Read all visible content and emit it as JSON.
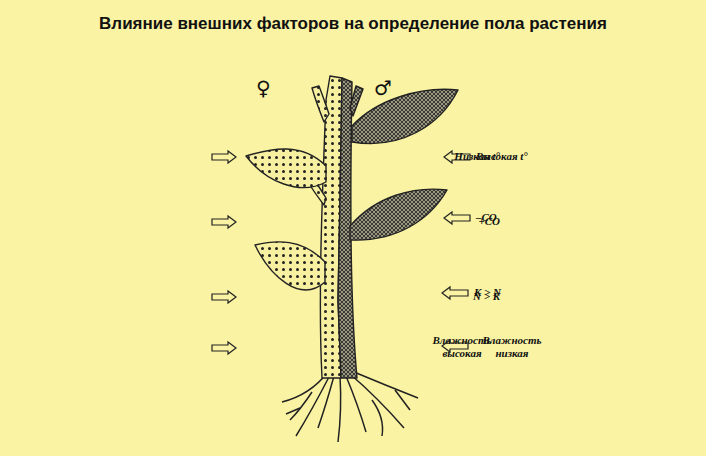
{
  "diagram": {
    "title": "Влияние внешних факторов на определение пола растения",
    "labels": [
      "♀",
      "♂",
      "Низкая t°",
      "Высокая t°",
      "+CO",
      "–CO",
      "N > K",
      "K > N",
      "Влажность высокая",
      "Влажность низкая"
    ]
  }
}
